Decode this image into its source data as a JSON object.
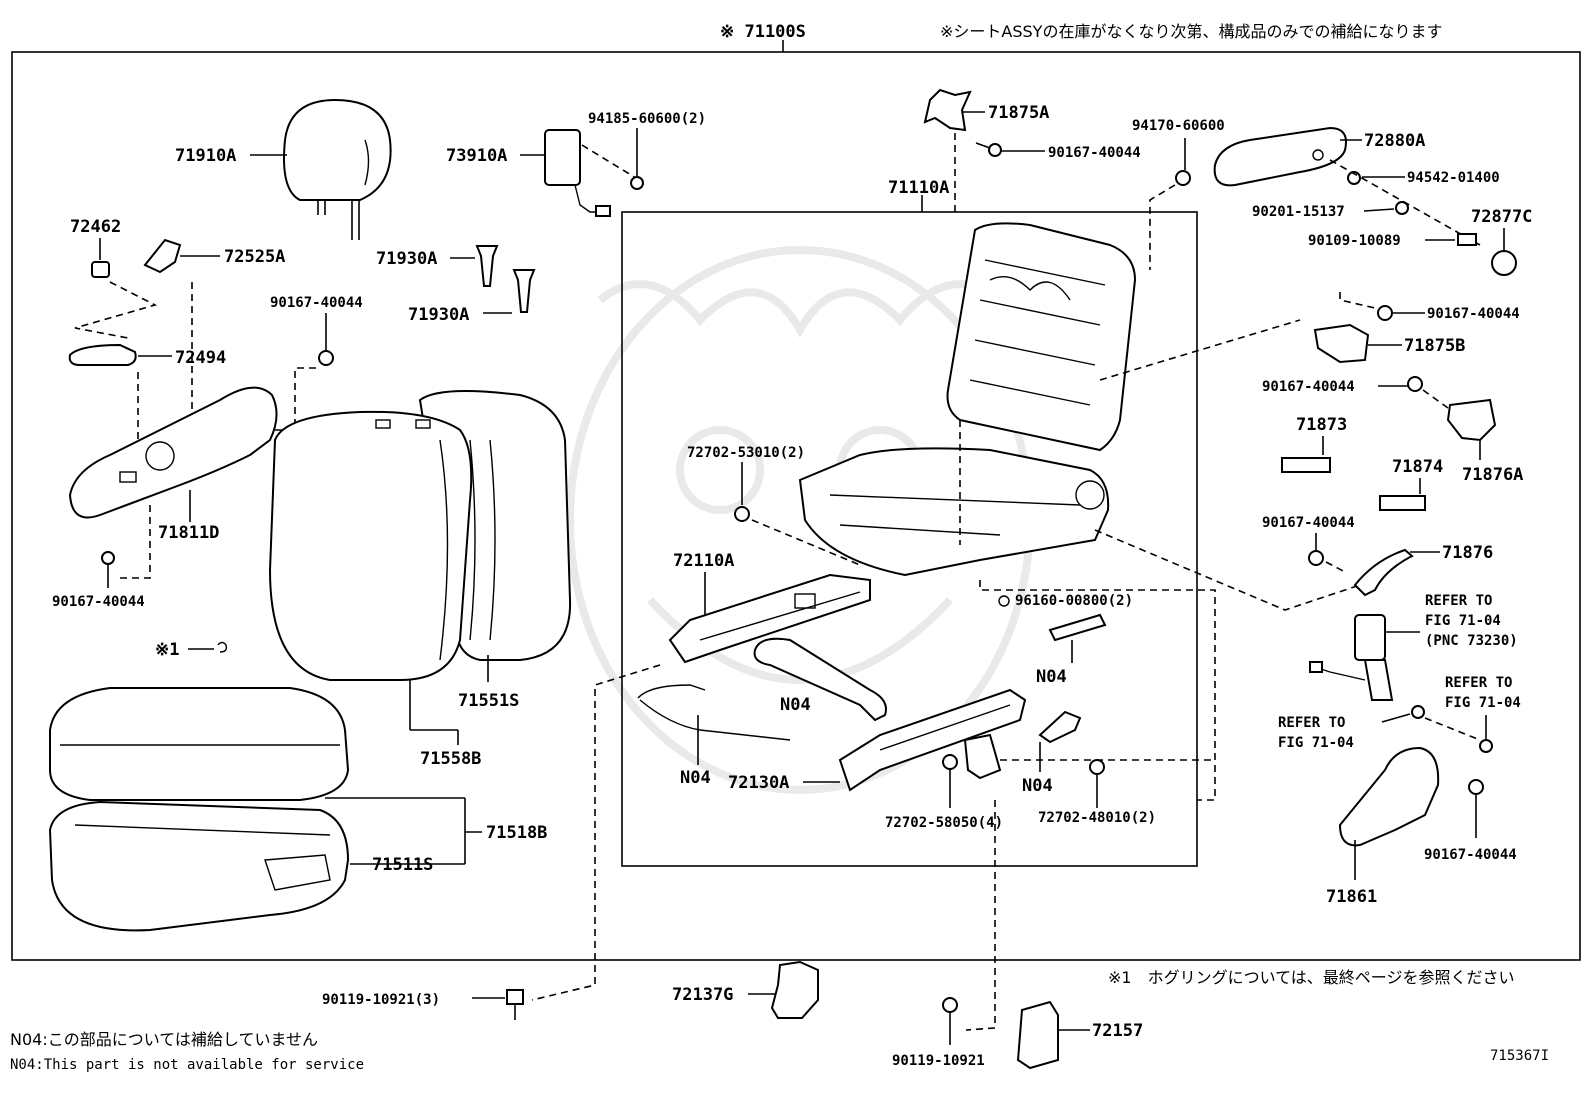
{
  "header": {
    "assembly_code": "※ 71100S",
    "assembly_note": "※シートASSYの在庫がなくなり次第、構成品のみでの補給になります"
  },
  "labels": {
    "l71910A": "71910A",
    "l73910A": "73910A",
    "l94185": "94185-60600(2)",
    "l71875A": "71875A",
    "l90167_top": "90167-40044",
    "l94170": "94170-60600",
    "l72880A": "72880A",
    "l94542": "94542-01400",
    "l90201": "90201-15137",
    "l72877C": "72877C",
    "l90109": "90109-10089",
    "l72462": "72462",
    "l72525A": "72525A",
    "l71930A_1": "71930A",
    "l71930A_2": "71930A",
    "l90167_mid": "90167-40044",
    "l72494": "72494",
    "l71811D": "71811D",
    "l90167_left": "90167-40044",
    "l71110A": "71110A",
    "l90167_r1": "90167-40044",
    "l71875B": "71875B",
    "l90167_r2": "90167-40044",
    "l71876A": "71876A",
    "l71873": "71873",
    "l71874": "71874",
    "l90167_r3": "90167-40044",
    "l71876": "71876",
    "refer1a": "REFER TO",
    "refer1b": "FIG 71-04",
    "refer1c": "(PNC 73230)",
    "refer2a": "REFER TO",
    "refer2b": "FIG 71-04",
    "refer3a": "REFER TO",
    "refer3b": "FIG 71-04",
    "l90167_r4": "90167-40044",
    "l71861": "71861",
    "l72702_53010": "72702-53010(2)",
    "l72110A": "72110A",
    "l96160": "96160-00800(2)",
    "n04_1": "N04",
    "n04_2": "N04",
    "n04_3": "N04",
    "n04_4": "N04",
    "l72130A": "72130A",
    "l72702_58050": "72702-58050(4)",
    "l72702_48010": "72702-48010(2)",
    "ring_mark": "※1",
    "l71551S": "71551S",
    "l71558B": "71558B",
    "l71518B": "71518B",
    "l71511S": "71511S",
    "l90119_3": "90119-10921(3)",
    "l72137G": "72137G",
    "l90119": "90119-10921",
    "l72157": "72157"
  },
  "footer": {
    "ring_note": "※1　ホグリングについては、最終ページを参照ください",
    "n04_jp": "N04:この部品については補給していません",
    "n04_en": "N04:This part is not available for service",
    "figure_id": "715367I"
  }
}
